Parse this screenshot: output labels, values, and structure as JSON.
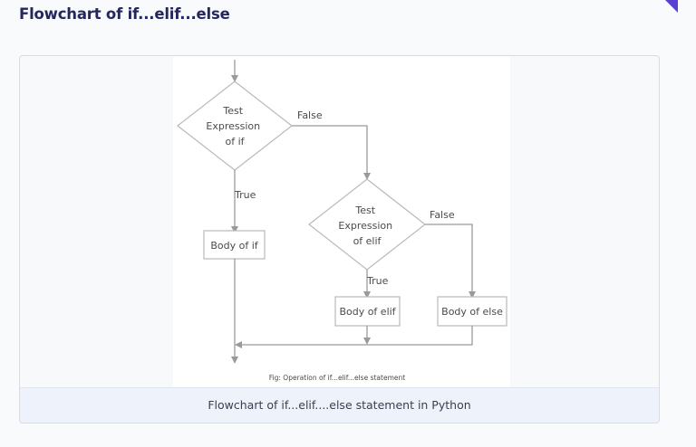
{
  "heading": "Flowchart of if...elif...else",
  "diagram": {
    "test_if": [
      "Test",
      "Expression",
      "of if"
    ],
    "test_elif": [
      "Test",
      "Expression",
      "of elif"
    ],
    "false_if": "False",
    "true_if": "True",
    "false_elif": "False",
    "true_elif": "True",
    "body_if": "Body of if",
    "body_elif": "Body of elif",
    "body_else": "Body of else",
    "fig_caption": "Fig: Operation of if...elif...else statement"
  },
  "caption": "Flowchart of if...elif....else statement in Python",
  "colors": {
    "heading": "#25265e",
    "accent": "#5b3fd4",
    "line": "#9a9a9a",
    "caption_bg": "#eef2fa"
  }
}
